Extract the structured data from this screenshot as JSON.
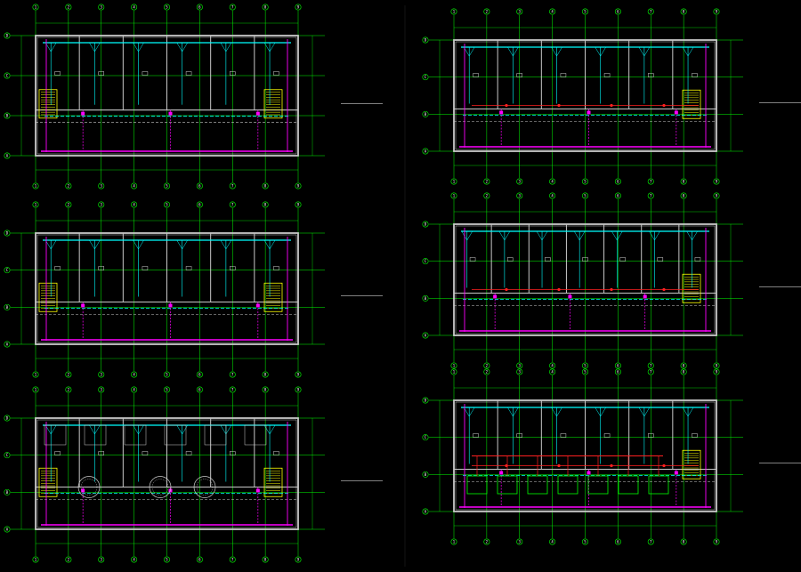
{
  "colors": {
    "background": "#000000",
    "axis": "#00ff00",
    "wall": "#c8c8c8",
    "pipe_cyan": "#00ffff",
    "pipe_magenta": "#ff00ff",
    "pipe_red": "#ff2020",
    "stair": "#ffff00",
    "text": "#ffffff",
    "device": "#d0d0d0"
  },
  "sheets": [
    {
      "id": "sheet-1",
      "title": "",
      "icon": "floor-plan-drawing",
      "grid_cols": 9,
      "grid_rows": 4,
      "room_cols": 6
    },
    {
      "id": "sheet-2",
      "title": "",
      "icon": "floor-plan-drawing",
      "grid_cols": 9,
      "grid_rows": 4,
      "room_cols": 6
    },
    {
      "id": "sheet-3",
      "title": "",
      "icon": "floor-plan-drawing",
      "grid_cols": 9,
      "grid_rows": 4,
      "room_cols": 6
    },
    {
      "id": "sheet-4",
      "title": "",
      "icon": "floor-plan-drawing",
      "grid_cols": 9,
      "grid_rows": 4,
      "room_cols": 6
    },
    {
      "id": "sheet-5",
      "title": "",
      "icon": "floor-plan-drawing",
      "grid_cols": 9,
      "grid_rows": 4,
      "room_cols": 7
    },
    {
      "id": "sheet-6",
      "title": "",
      "icon": "floor-plan-drawing",
      "grid_cols": 9,
      "grid_rows": 4,
      "room_cols": 6
    }
  ],
  "axis_numbers": [
    "1",
    "2",
    "3",
    "4",
    "5",
    "6",
    "7",
    "8",
    "9"
  ],
  "axis_letters": [
    "A",
    "B",
    "C",
    "D"
  ]
}
